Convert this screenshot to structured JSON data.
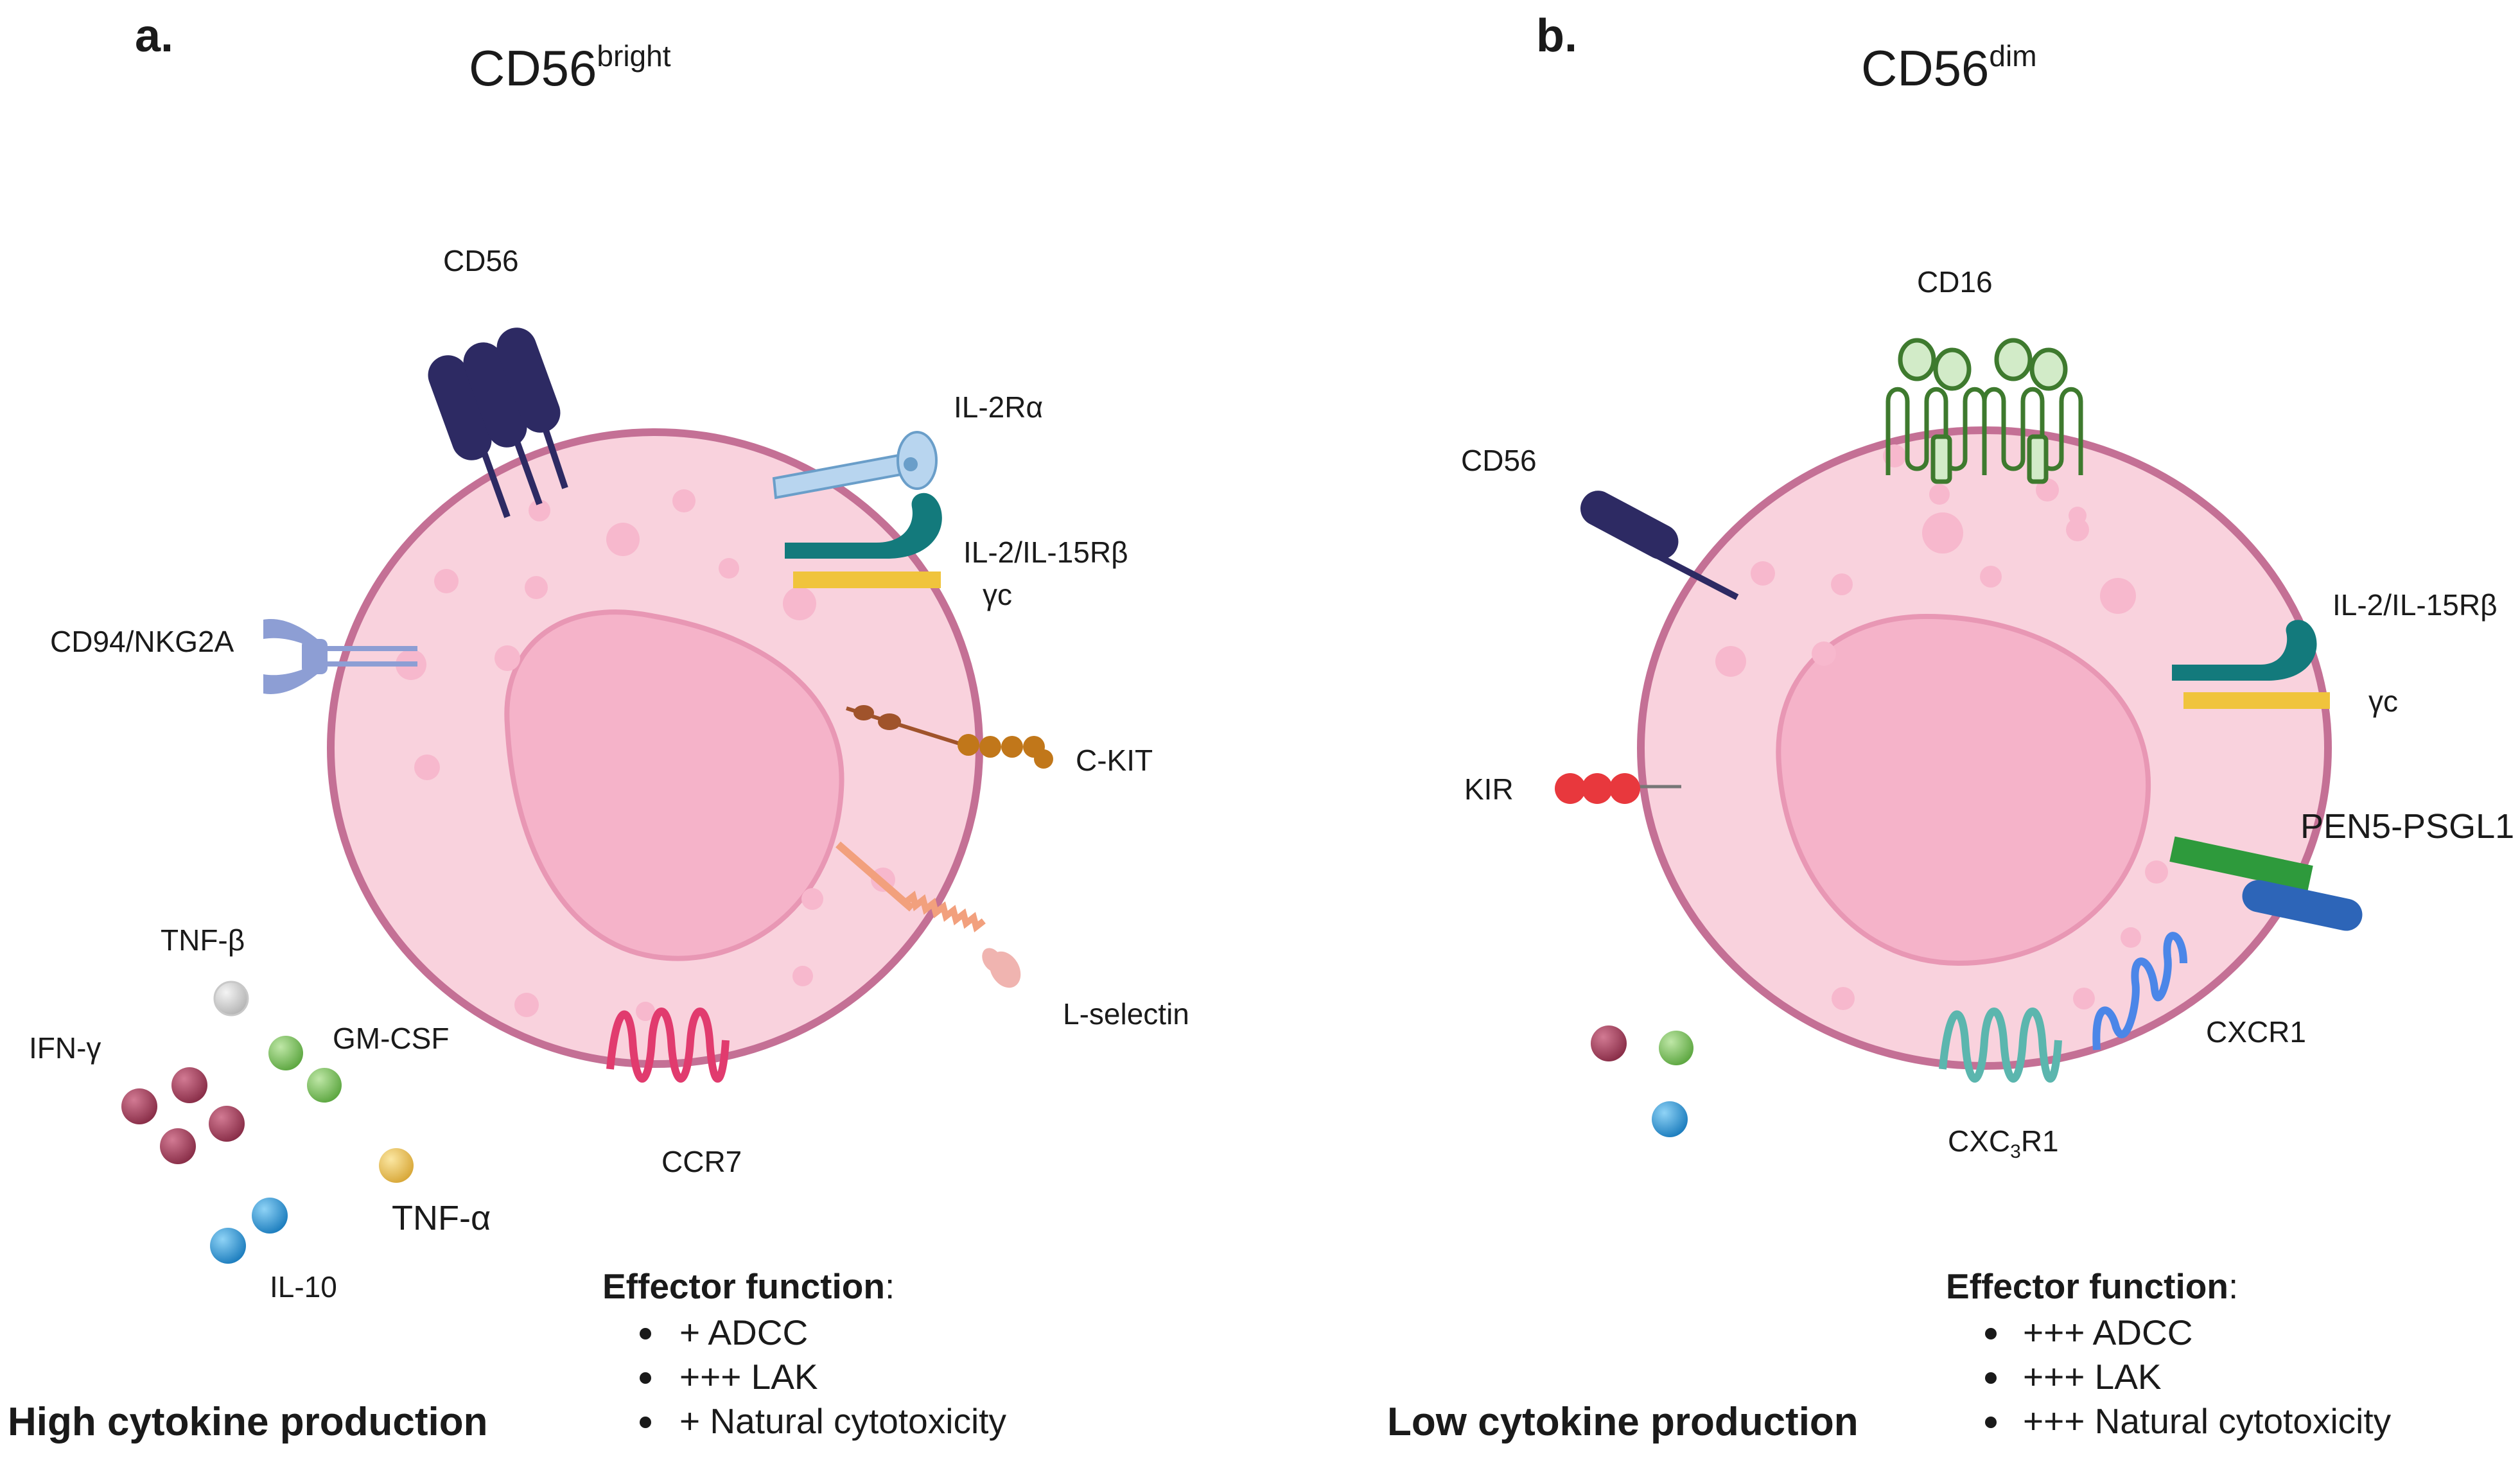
{
  "panels": {
    "a": {
      "letter": "a.",
      "title_base": "CD56",
      "title_sup": "bright",
      "labels": {
        "cd56": "CD56",
        "il2ra": "IL-2Rα",
        "il2_15rb": "IL-2/IL-15Rβ",
        "gc": "γc",
        "cd94": "CD94/NKG2A",
        "ckit": "C-KIT",
        "lselectin": "L-selectin",
        "ccr7": "CCR7"
      },
      "cytokines": {
        "tnfb": "TNF-β",
        "ifng": "IFN-γ",
        "gmcsf": "GM-CSF",
        "tnfa": "TNF-α",
        "il10": "IL-10"
      },
      "effector_heading": "Effector function",
      "effector_colon": ":",
      "effector_items": [
        "+ ADCC",
        "+++ LAK",
        "+ Natural cytotoxicity"
      ],
      "production": "High cytokine production"
    },
    "b": {
      "letter": "b.",
      "title_base": "CD56",
      "title_sup": "dim",
      "labels": {
        "cd16": "CD16",
        "cd56": "CD56",
        "il2_15rb": "IL-2/IL-15Rβ",
        "gc": "γc",
        "kir": "KIR",
        "pen5": "PEN5-PSGL1",
        "cxcr1": "CXCR1",
        "cx3cr1_main": "CXC",
        "cx3cr1_sub": "3",
        "cx3cr1_tail": "R1"
      },
      "effector_heading": "Effector function",
      "effector_colon": ":",
      "effector_items": [
        "+++ ADCC",
        "+++ LAK",
        "+++ Natural cytotoxicity"
      ],
      "production": "Low cytokine production"
    }
  },
  "colors": {
    "cell_fill": "#f9d2dd",
    "cell_border": "#c47095",
    "nucleus_fill": "#f5b3c9",
    "granule": "#f7b8cd",
    "cd56_receptor": "#2d2a63",
    "il2ra": "#b8d5ef",
    "il2rb": "#137a7c",
    "gamma_chain": "#f0c43c",
    "cd94": "#8d9ed4",
    "ckit": "#c1771a",
    "lselectin": "#f2a07d",
    "ccr7": "#e13b6e",
    "cd16": "#3e7a2e",
    "kir": "#e8383d",
    "pen5_green": "#2e9a3c",
    "pen5_blue": "#2d65b8",
    "cxcr1": "#4b86e8",
    "cx3cr1": "#5bb6ae",
    "ifng": "#a84460",
    "gmcsf": "#88c36a",
    "tnfb": "#d4d4d4",
    "tnfa": "#f2cf6a",
    "il10": "#3aa6de"
  },
  "icons": {
    "receptor_glyphs": [
      "cd56-receptor-icon",
      "il2ra-receptor-icon",
      "il2rb-receptor-icon",
      "gamma-chain-icon",
      "cd94-receptor-icon",
      "ckit-receptor-icon",
      "lselectin-icon",
      "ccr7-icon",
      "cd16-receptor-icon",
      "kir-receptor-icon",
      "pen5-psgl1-icon",
      "cxcr1-icon",
      "cx3cr1-icon"
    ],
    "cytokine_glyphs": [
      "cytokine-sphere-icon"
    ],
    "bullet": "bullet-dot-icon"
  }
}
